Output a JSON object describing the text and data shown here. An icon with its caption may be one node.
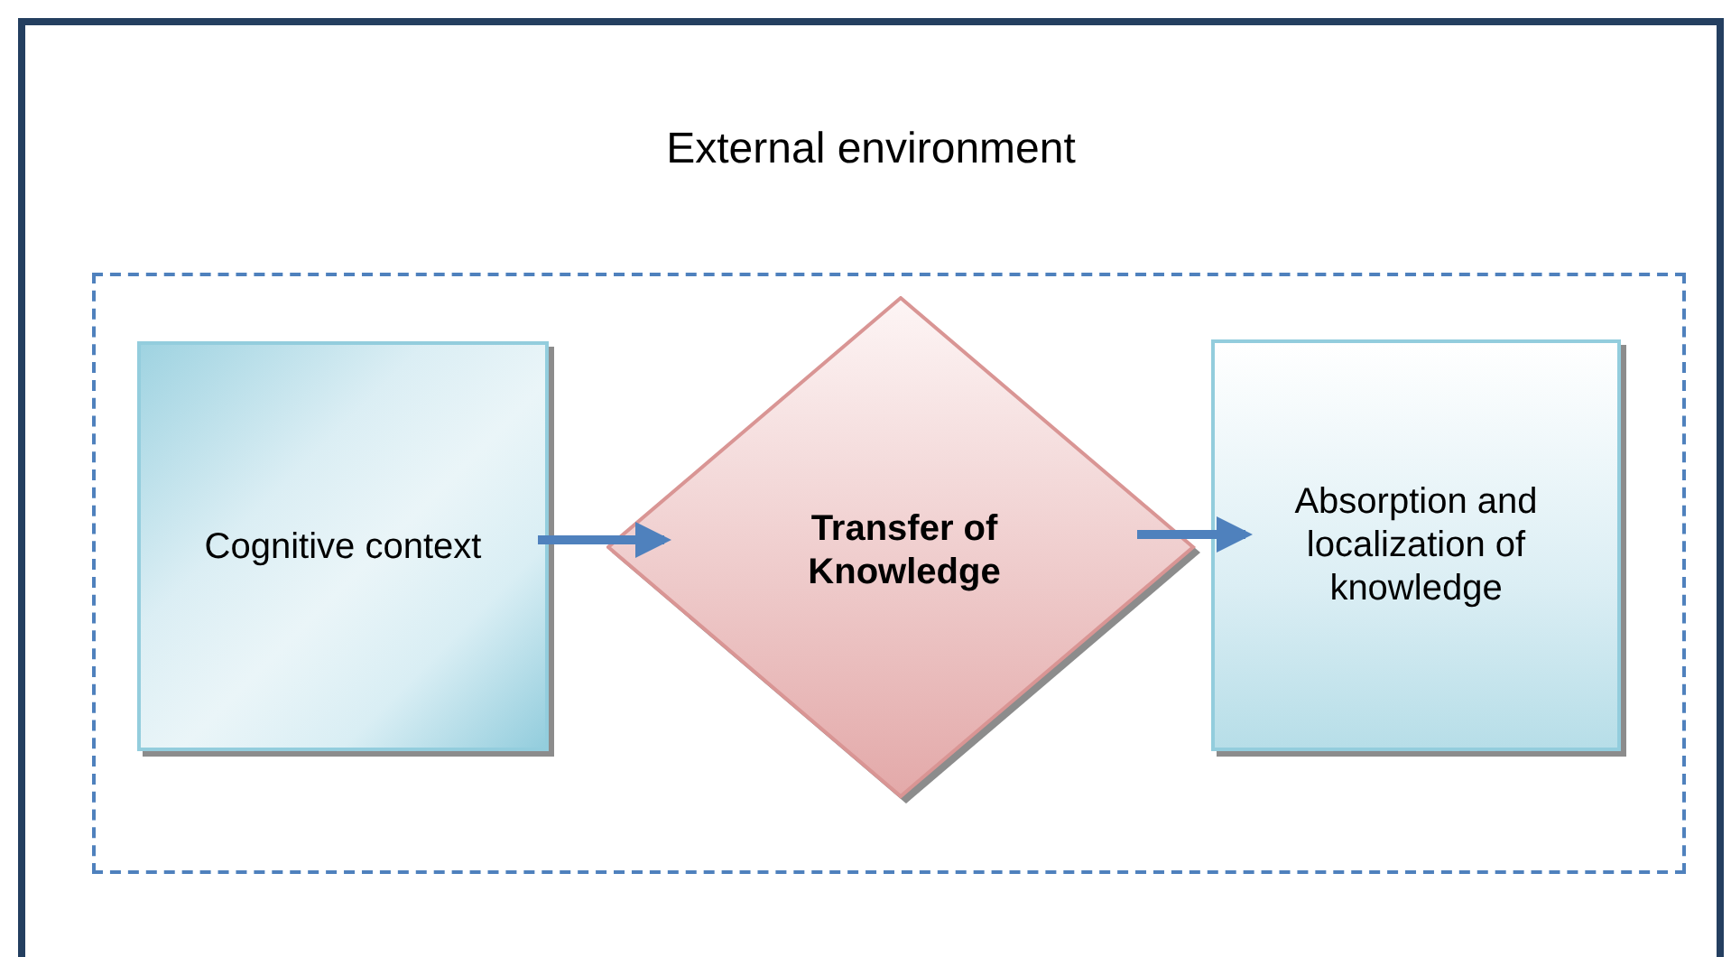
{
  "diagram": {
    "nodes": [
      {
        "text": [
          "External environment"
        ]
      },
      {
        "text": [],
        "shape": "box",
        "in": 0
      },
      {
        "text": [
          "Cognitive context"
        ],
        "in": 1
      },
      {
        "text": [
          "Transfer of Knowledge"
        ],
        "in": 1
      },
      {
        "text": [
          "Absorption and localization of knowledge"
        ],
        "in": 1
      }
    ],
    "edges": [
      {
        "from": 2,
        "to": 3,
        "arrow": "to"
      },
      {
        "from": 3,
        "to": 4,
        "arrow": "to"
      }
    ]
  }
}
